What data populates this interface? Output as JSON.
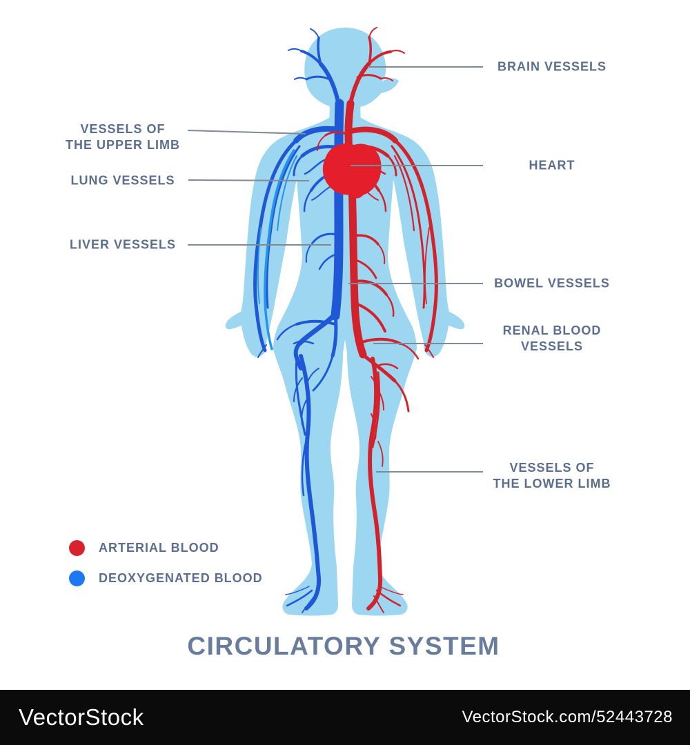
{
  "title": "CIRCULATORY SYSTEM",
  "labels": {
    "brain": "BRAIN VESSELS",
    "upper_limb_1": "VESSELS OF",
    "upper_limb_2": "THE UPPER LIMB",
    "lung": "LUNG VESSELS",
    "heart": "HEART",
    "liver": "LIVER VESSELS",
    "bowel": "BOWEL VESSELS",
    "renal_1": "RENAL BLOOD",
    "renal_2": "VESSELS",
    "lower_limb_1": "VESSELS OF",
    "lower_limb_2": "THE LOWER LIMB"
  },
  "legend": {
    "items": [
      {
        "label": "ARTERIAL BLOOD",
        "color": "#d8232f"
      },
      {
        "label": "DEOXYGENATED BLOOD",
        "color": "#1d78f2"
      }
    ]
  },
  "colors": {
    "body_silhouette": "#9dd6f0",
    "arterial_vessel": "#d2222b",
    "heart_fill": "#e41f2b",
    "venous_vessel_dark": "#1f58d4",
    "venous_vessel_light": "#2494ec",
    "label_text": "#5c6e8e",
    "title_text": "#6a7c9c",
    "leader_line": "#808996",
    "watermark_bar": "#0b0b0b"
  },
  "watermark": {
    "logo": "VectorStock",
    "url": "VectorStock.com/52443728"
  }
}
